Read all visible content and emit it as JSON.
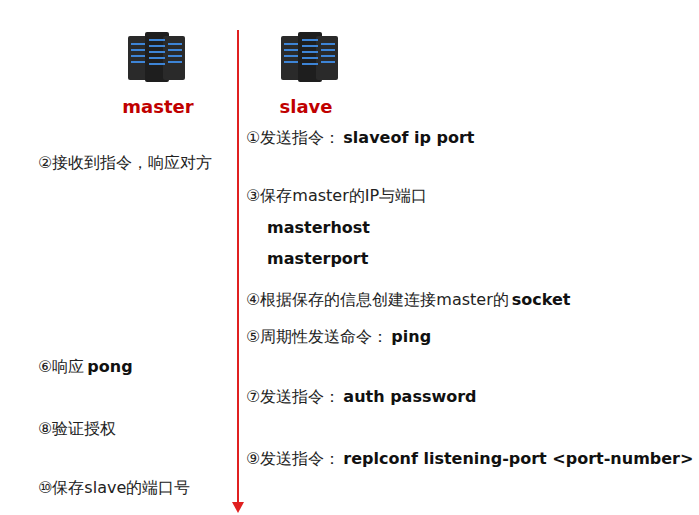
{
  "diagram": {
    "labels": [
      "master",
      "slave",
      "①发送指令：",
      "slaveof ip port",
      "②接收到指令，响应对方",
      "③保存master的IP与端口",
      "masterhost",
      "masterport",
      "④根据保存的信息创建连接master的",
      "socket",
      "⑤周期性发送命令：",
      "ping",
      "⑥响应",
      "pong",
      "⑦发送指令：",
      "auth password",
      "⑧验证授权",
      "⑨发送指令：",
      "replconf listening-port <port-number>",
      "⑩保存slave的端口号"
    ]
  }
}
